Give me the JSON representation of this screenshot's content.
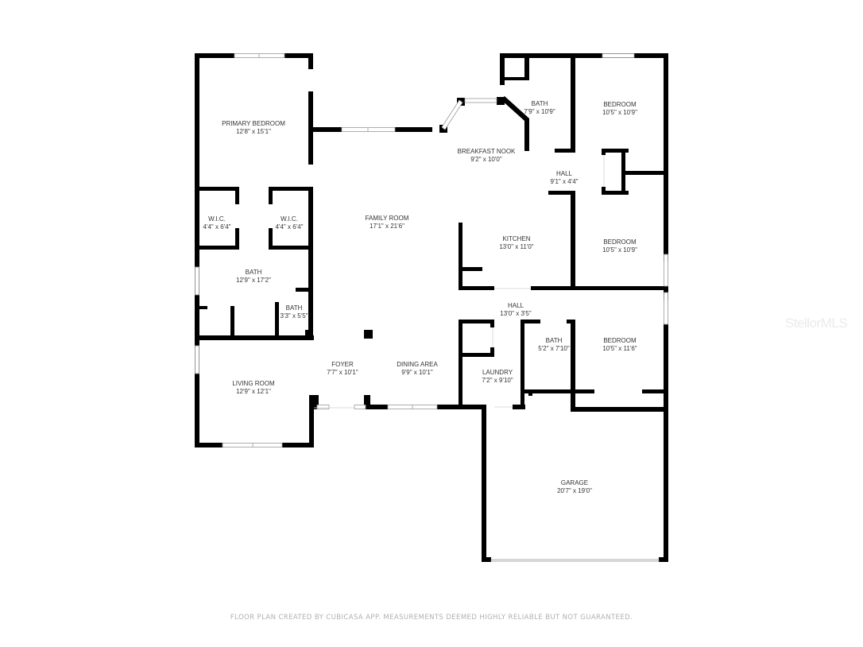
{
  "colors": {
    "wall": "#000000",
    "window": "#ffffff",
    "window_line": "#9a9a9a",
    "label": "#333333",
    "footer": "#b0b0b0",
    "watermark": "#ebebeb"
  },
  "rooms": [
    {
      "name": "PRIMARY BEDROOM",
      "dims": "12'8\" x 15'1\""
    },
    {
      "name": "W.I.C.",
      "dims": "4'4\" x 6'4\""
    },
    {
      "name": "W.I.C.",
      "dims": "4'4\" x 6'4\""
    },
    {
      "name": "BATH",
      "dims": "12'9\" x 17'2\""
    },
    {
      "name": "BATH",
      "dims": "3'3\" x 5'5\""
    },
    {
      "name": "LIVING ROOM",
      "dims": "12'9\" x 12'1\""
    },
    {
      "name": "FOYER",
      "dims": "7'7\" x 10'1\""
    },
    {
      "name": "DINING AREA",
      "dims": "9'9\" x 10'1\""
    },
    {
      "name": "FAMILY ROOM",
      "dims": "17'1\" x 21'6\""
    },
    {
      "name": "BREAKFAST NOOK",
      "dims": "9'2\" x 10'0\""
    },
    {
      "name": "BATH",
      "dims": "7'9\" x 10'9\""
    },
    {
      "name": "BEDROOM",
      "dims": "10'5\" x 10'9\""
    },
    {
      "name": "HALL",
      "dims": "9'1\" x 4'4\""
    },
    {
      "name": "KITCHEN",
      "dims": "13'0\" x 11'0\""
    },
    {
      "name": "BEDROOM",
      "dims": "10'5\" x 10'9\""
    },
    {
      "name": "HALL",
      "dims": "13'0\" x 3'5\""
    },
    {
      "name": "BATH",
      "dims": "5'2\" x 7'10\""
    },
    {
      "name": "BEDROOM",
      "dims": "10'5\" x 11'6\""
    },
    {
      "name": "LAUNDRY",
      "dims": "7'2\" x 9'10\""
    },
    {
      "name": "GARAGE",
      "dims": "20'7\" x 19'0\""
    }
  ],
  "footer": "FLOOR PLAN CREATED BY CUBICASA APP. MEASUREMENTS DEEMED HIGHLY RELIABLE BUT NOT GUARANTEED.",
  "watermark": "StellorMLS"
}
